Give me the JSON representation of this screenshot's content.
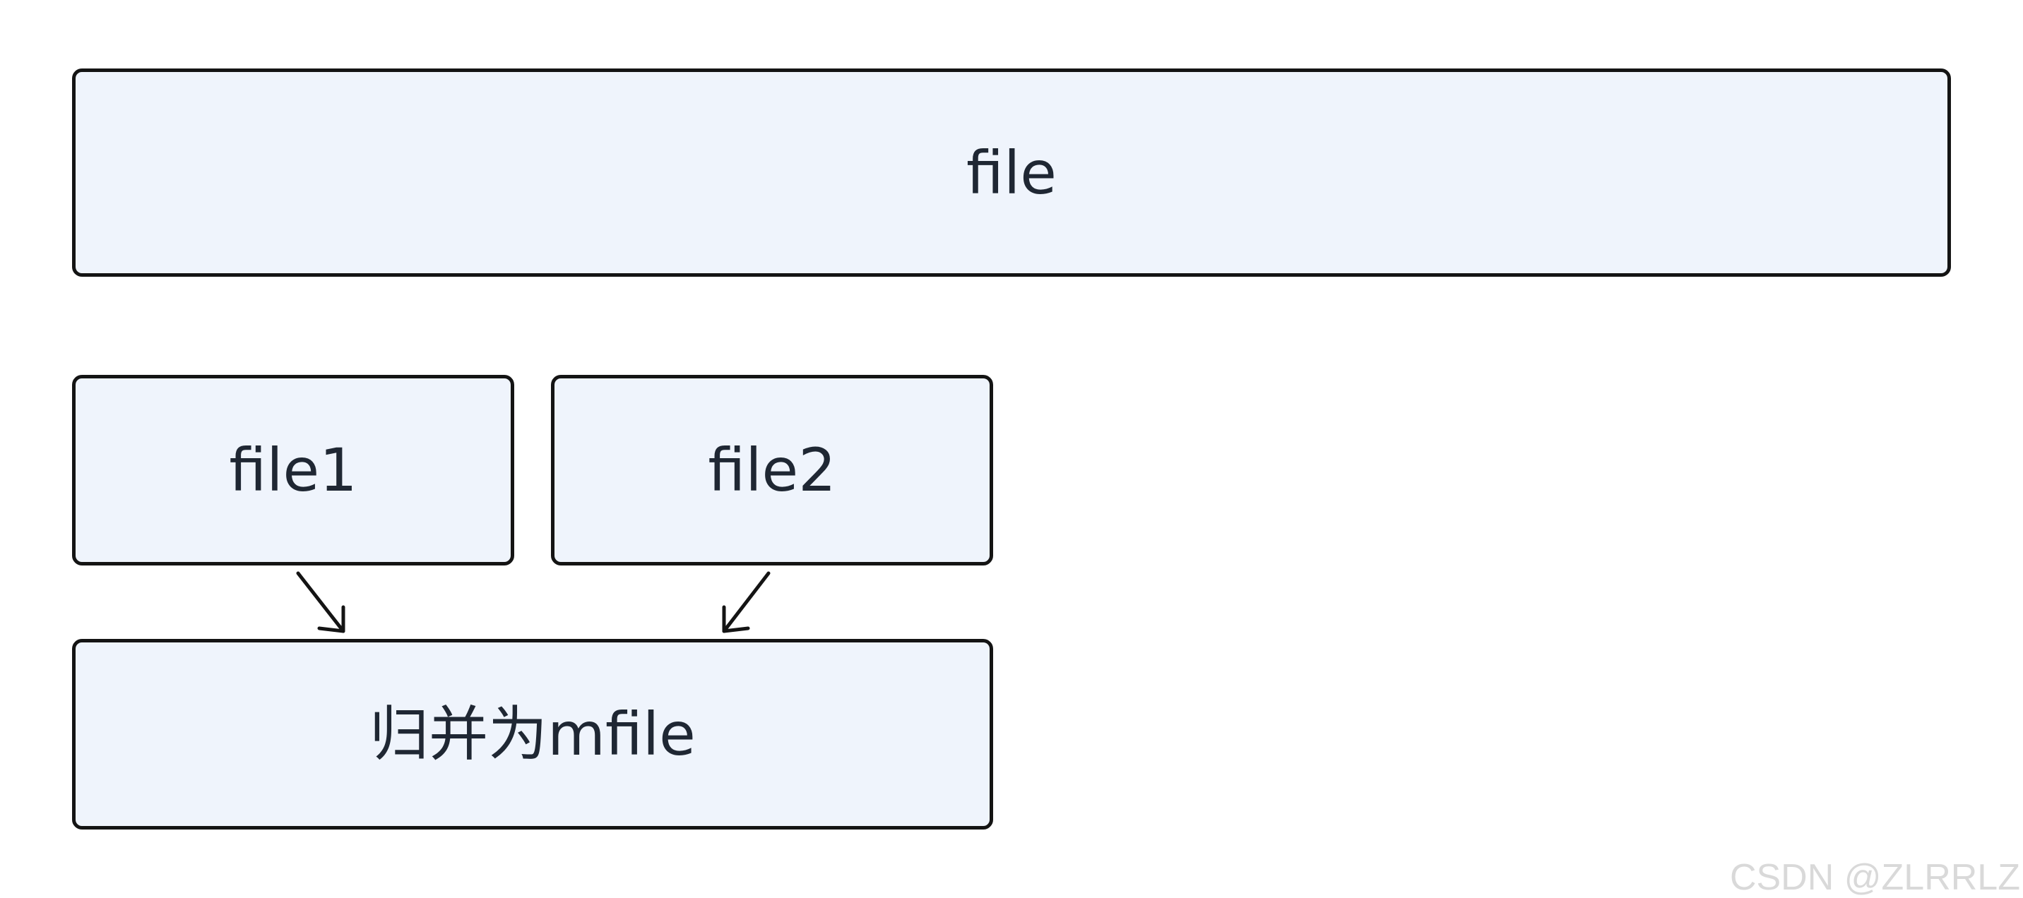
{
  "nodes": {
    "file": "file",
    "file1": "file1",
    "file2": "file2",
    "merged": "归并为mfile"
  },
  "edges": [
    {
      "from": "file1",
      "to": "merged"
    },
    {
      "from": "file2",
      "to": "merged"
    }
  ],
  "watermark": "CSDN @ZLRRLZ",
  "colors": {
    "box_fill": "#eff4fc",
    "box_border": "#141414",
    "text": "#1f2733",
    "watermark": "#d9d9d9"
  }
}
